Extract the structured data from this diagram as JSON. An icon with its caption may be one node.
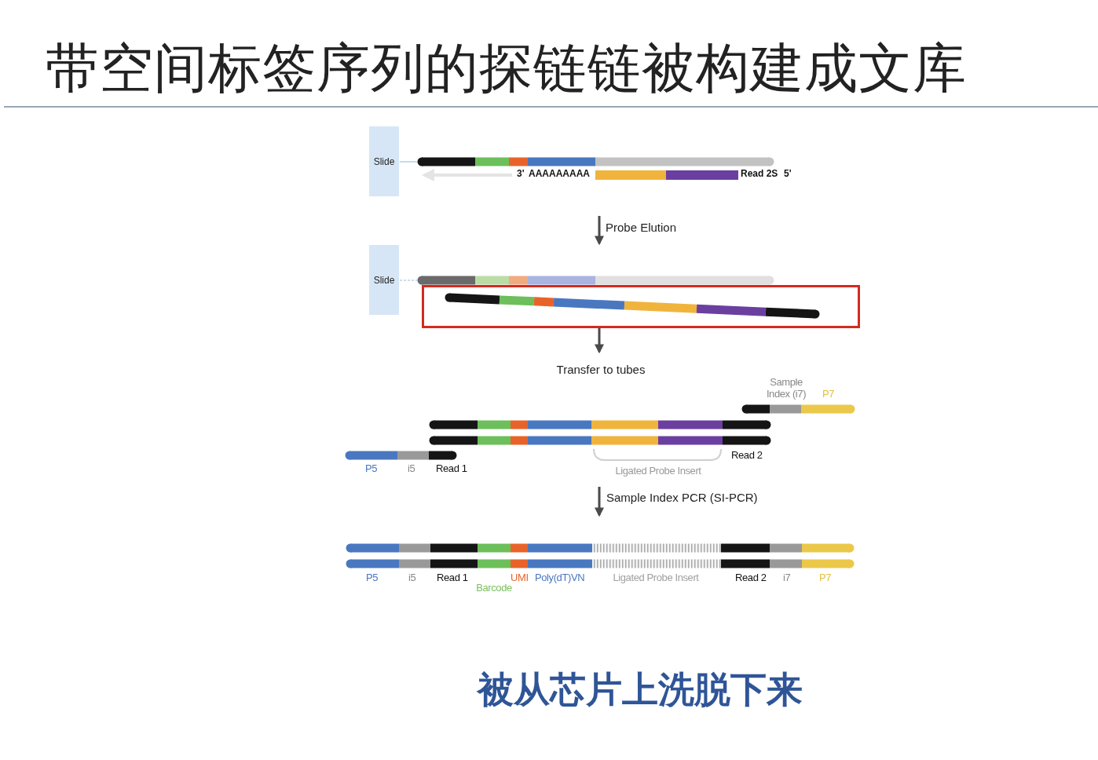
{
  "diagram": {
    "title": "带空间标签序列的探链链被构建成文库",
    "caption": "被从芯片上洗脱下来",
    "nodes": [
      {
        "text": [
          "Slide"
        ]
      },
      {
        "text": [
          "Slide"
        ]
      },
      {
        "text": [],
        "shape": "box"
      },
      {
        "text": [
          "Transfer to tubes"
        ]
      }
    ],
    "edges": [
      {
        "from": 2,
        "to": 3,
        "arrow": "to"
      }
    ],
    "labels": [
      "3'",
      "AAAAAAAAA",
      "Read 2S",
      "5'",
      "Probe Elution",
      "Sample Index (i7)",
      "P7",
      "Read 2",
      "P5",
      "i5",
      "Read 1",
      "Ligated Probe Insert",
      "Sample Index PCR (SI-PCR)",
      "P5",
      "i5",
      "Read 1",
      "Barcode",
      "UMI",
      "Poly(dT)VN",
      "Ligated Probe Insert",
      "Read 2",
      "i7",
      "P7"
    ]
  }
}
